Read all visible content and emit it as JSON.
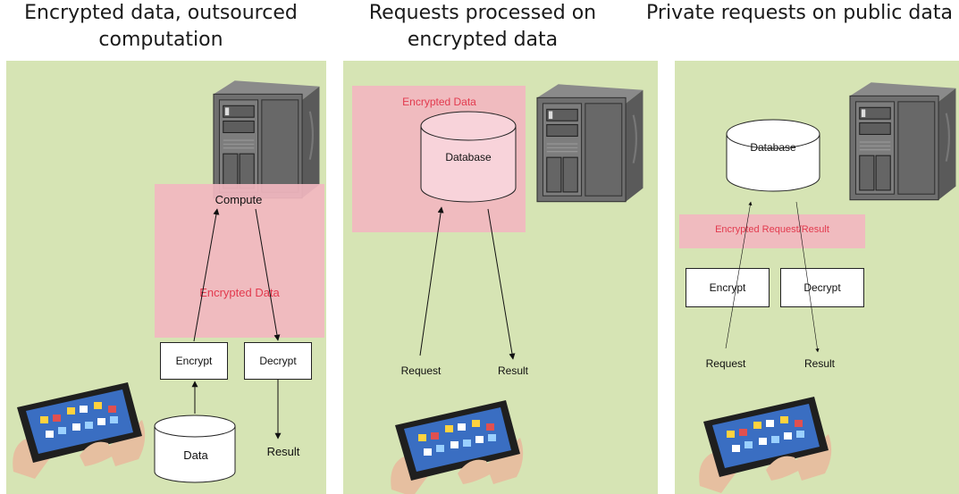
{
  "titles": {
    "p1": "Encrypted data, outsourced computation",
    "p2": "Requests processed on encrypted data",
    "p3": "Private requests on public data"
  },
  "panel1": {
    "compute": "Compute",
    "encrypted_data": "Encrypted Data",
    "encrypt": "Encrypt",
    "decrypt": "Decrypt",
    "data": "Data",
    "result": "Result"
  },
  "panel2": {
    "encrypted_data": "Encrypted Data",
    "database": "Database",
    "request": "Request",
    "result": "Result"
  },
  "panel3": {
    "database": "Database",
    "encrypted_request_result": "Encrypted Request/Result",
    "encrypt": "Encrypt",
    "decrypt": "Decrypt",
    "request": "Request",
    "result": "Result"
  },
  "colors": {
    "panel_bg": "#d6e4b4",
    "encrypted_zone": "#f2b7c0",
    "encrypted_text": "#e23a4e"
  }
}
